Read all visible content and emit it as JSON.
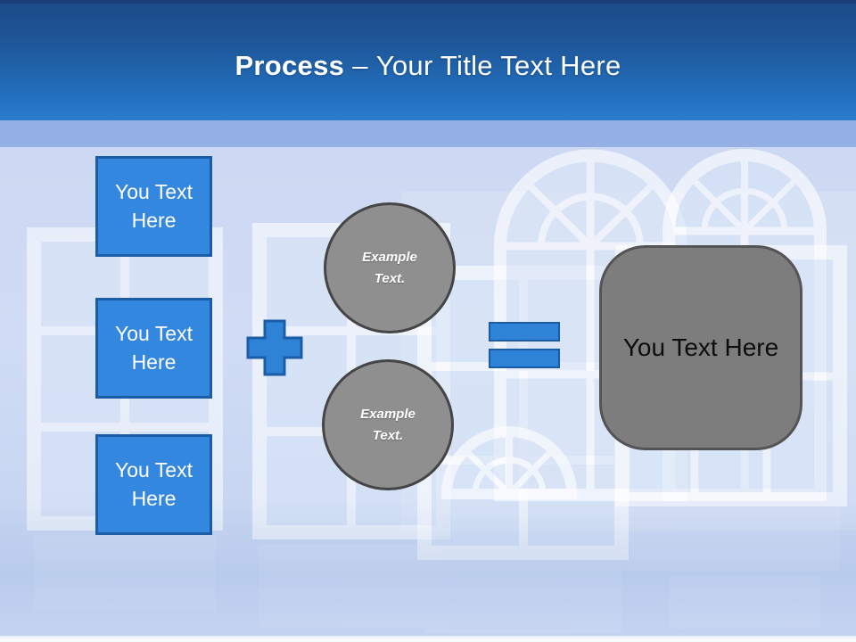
{
  "header": {
    "title_bold": "Process",
    "title_separator": "–",
    "title_rest": "Your Title Text Here"
  },
  "diagram": {
    "input_boxes": [
      {
        "label": "You Text Here"
      },
      {
        "label": "You Text Here"
      },
      {
        "label": "You Text Here"
      }
    ],
    "plus_icon": "plus-sign",
    "equals_icon": "equals-sign",
    "circles": [
      {
        "label": "Example Text."
      },
      {
        "label": "Example Text."
      }
    ],
    "result_label": "You Text Here"
  },
  "colors": {
    "accent_blue": "#3487de",
    "accent_blue_border": "#1b5ca6",
    "operator_blue": "#2f83d6",
    "circle_gray": "#8f8f8f",
    "circle_border": "#454545",
    "result_gray": "#7d7d7d",
    "result_border": "#545454",
    "header_gradient_top": "#1c4b89",
    "header_gradient_bottom": "#2a7ccd",
    "divider_band": "#94b0e4",
    "background_blue": "#ccd9f3"
  }
}
